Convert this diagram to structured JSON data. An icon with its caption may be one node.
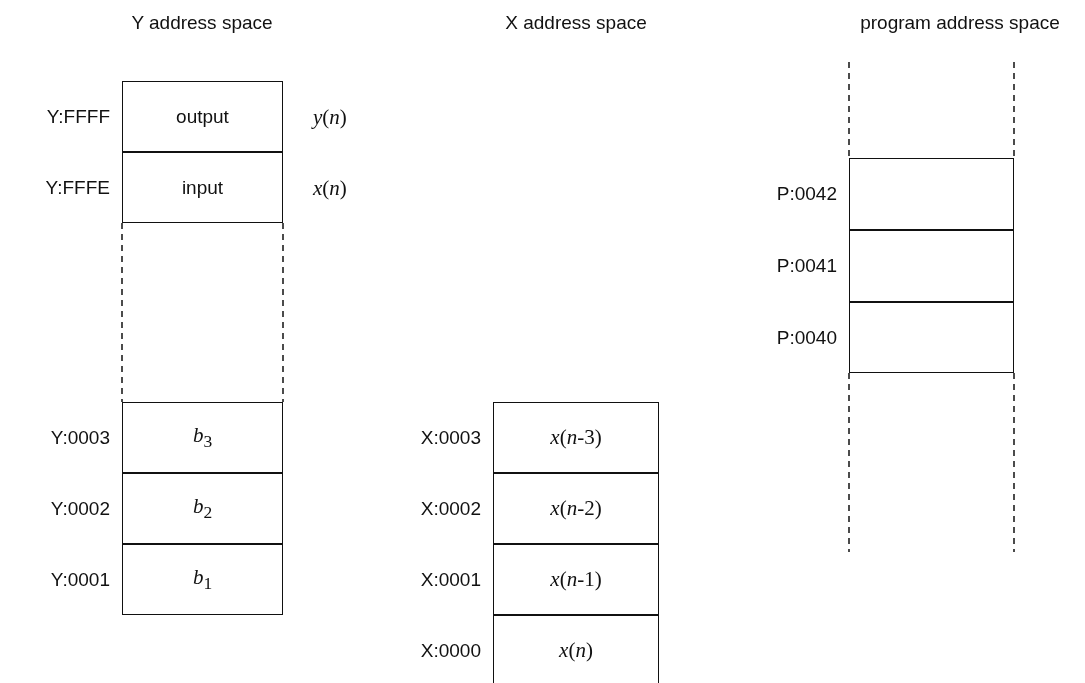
{
  "diagram": {
    "nodes": [
      {
        "text": [
          "output"
        ],
        "beside": [
          "Y:FFFF",
          "*y*(*n*)"
        ]
      },
      {
        "text": [
          "input"
        ],
        "beside": [
          "Y:FFFE",
          "*x*(*n*)"
        ]
      },
      {
        "text": [
          "*b*$_{3}$"
        ],
        "beside": [
          "Y:0003"
        ]
      },
      {
        "text": [
          "*b*$_{2}$"
        ],
        "beside": [
          "Y:0002"
        ]
      },
      {
        "text": [
          "*b*$_{1}$"
        ],
        "beside": [
          "Y:0001"
        ]
      },
      {
        "text": [
          "*x*(*n*-3)"
        ],
        "beside": [
          "X:0003"
        ]
      },
      {
        "text": [
          "*x*(*n*-2)"
        ],
        "beside": [
          "X:0002"
        ]
      },
      {
        "text": [
          "*x*(*n*-1)"
        ],
        "beside": [
          "X:0001"
        ]
      },
      {
        "text": [
          "*x*(*n*)"
        ],
        "beside": [
          "X:0000"
        ]
      },
      {
        "text": [],
        "shape": "box",
        "beside": [
          "P:0042"
        ]
      },
      {
        "text": [],
        "shape": "box",
        "beside": [
          "P:0041"
        ]
      },
      {
        "text": [],
        "shape": "box",
        "beside": [
          "P:0040"
        ]
      }
    ],
    "edges": [],
    "labels": [
      "Y address space",
      "X address space",
      "program address space"
    ]
  }
}
